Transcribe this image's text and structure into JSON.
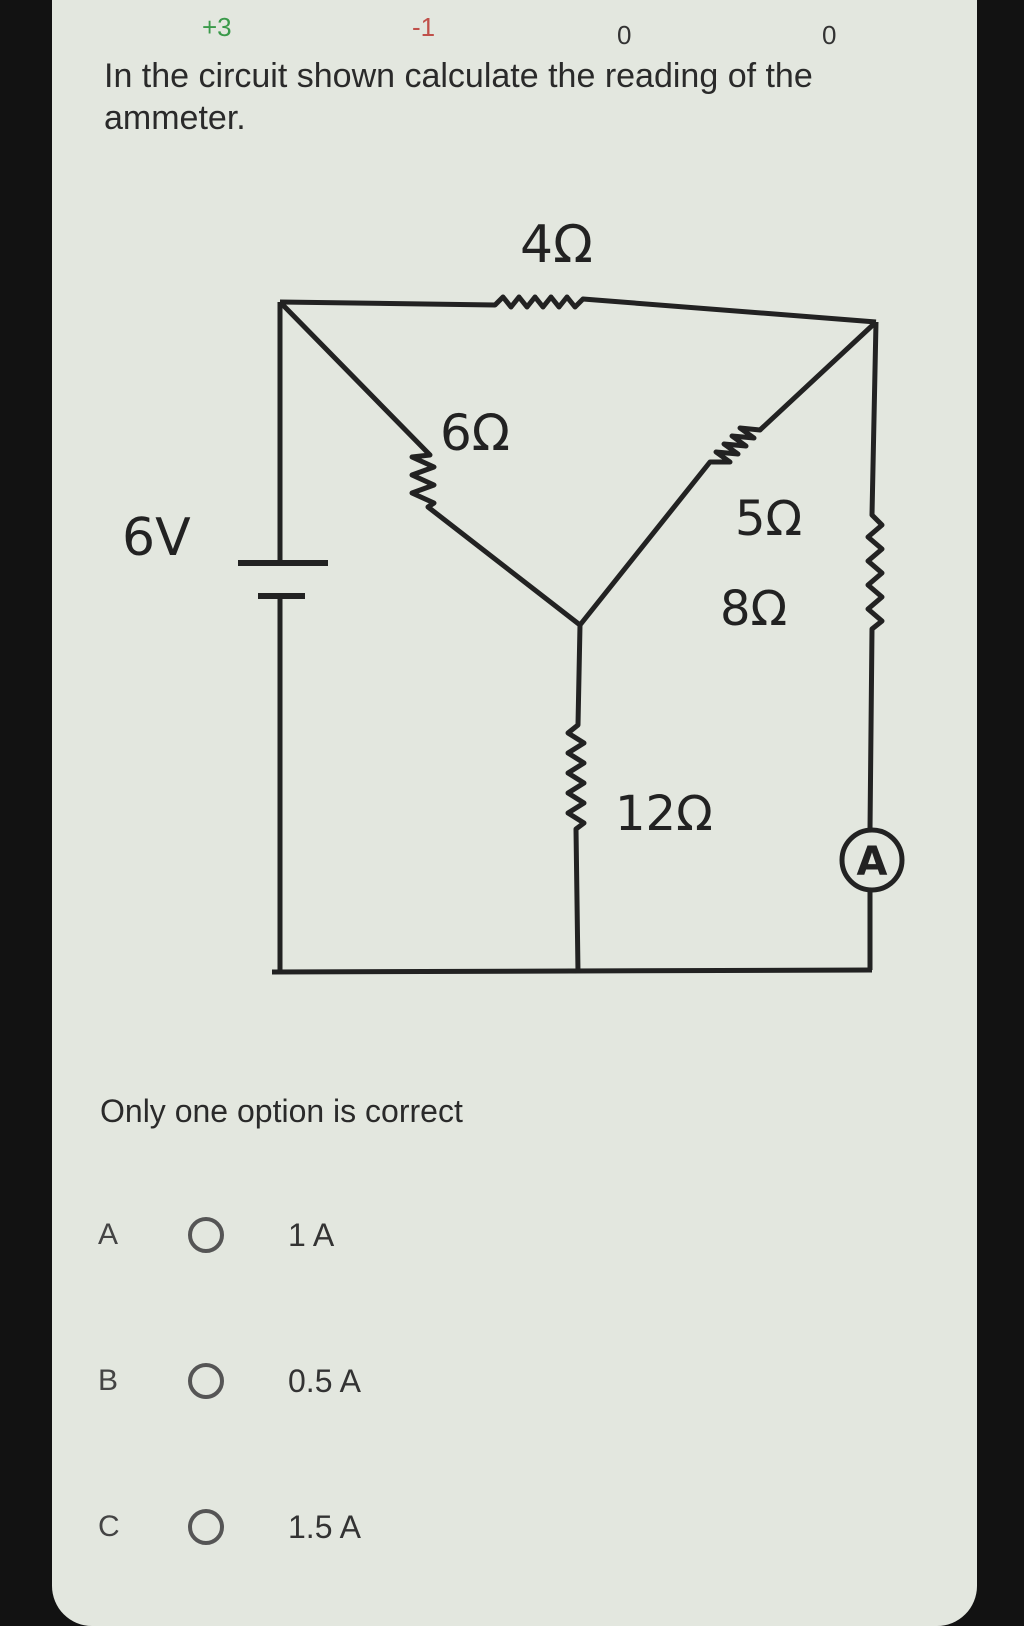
{
  "scores": {
    "correct": "+3",
    "wrong": "-1",
    "unattempted": "0",
    "no_answer": "0"
  },
  "question": "In the circuit shown calculate the reading of the ammeter.",
  "circuit": {
    "battery": "6V",
    "r_top": "4Ω",
    "r_left_diag": "6Ω",
    "r_right_diag": "5Ω",
    "r_right": "8Ω",
    "r_center": "12Ω",
    "ammeter": "A"
  },
  "note": "Only one option is correct",
  "options": [
    {
      "letter": "A",
      "value": "1 A"
    },
    {
      "letter": "B",
      "value": "0.5 A"
    },
    {
      "letter": "C",
      "value": "1.5 A"
    }
  ]
}
